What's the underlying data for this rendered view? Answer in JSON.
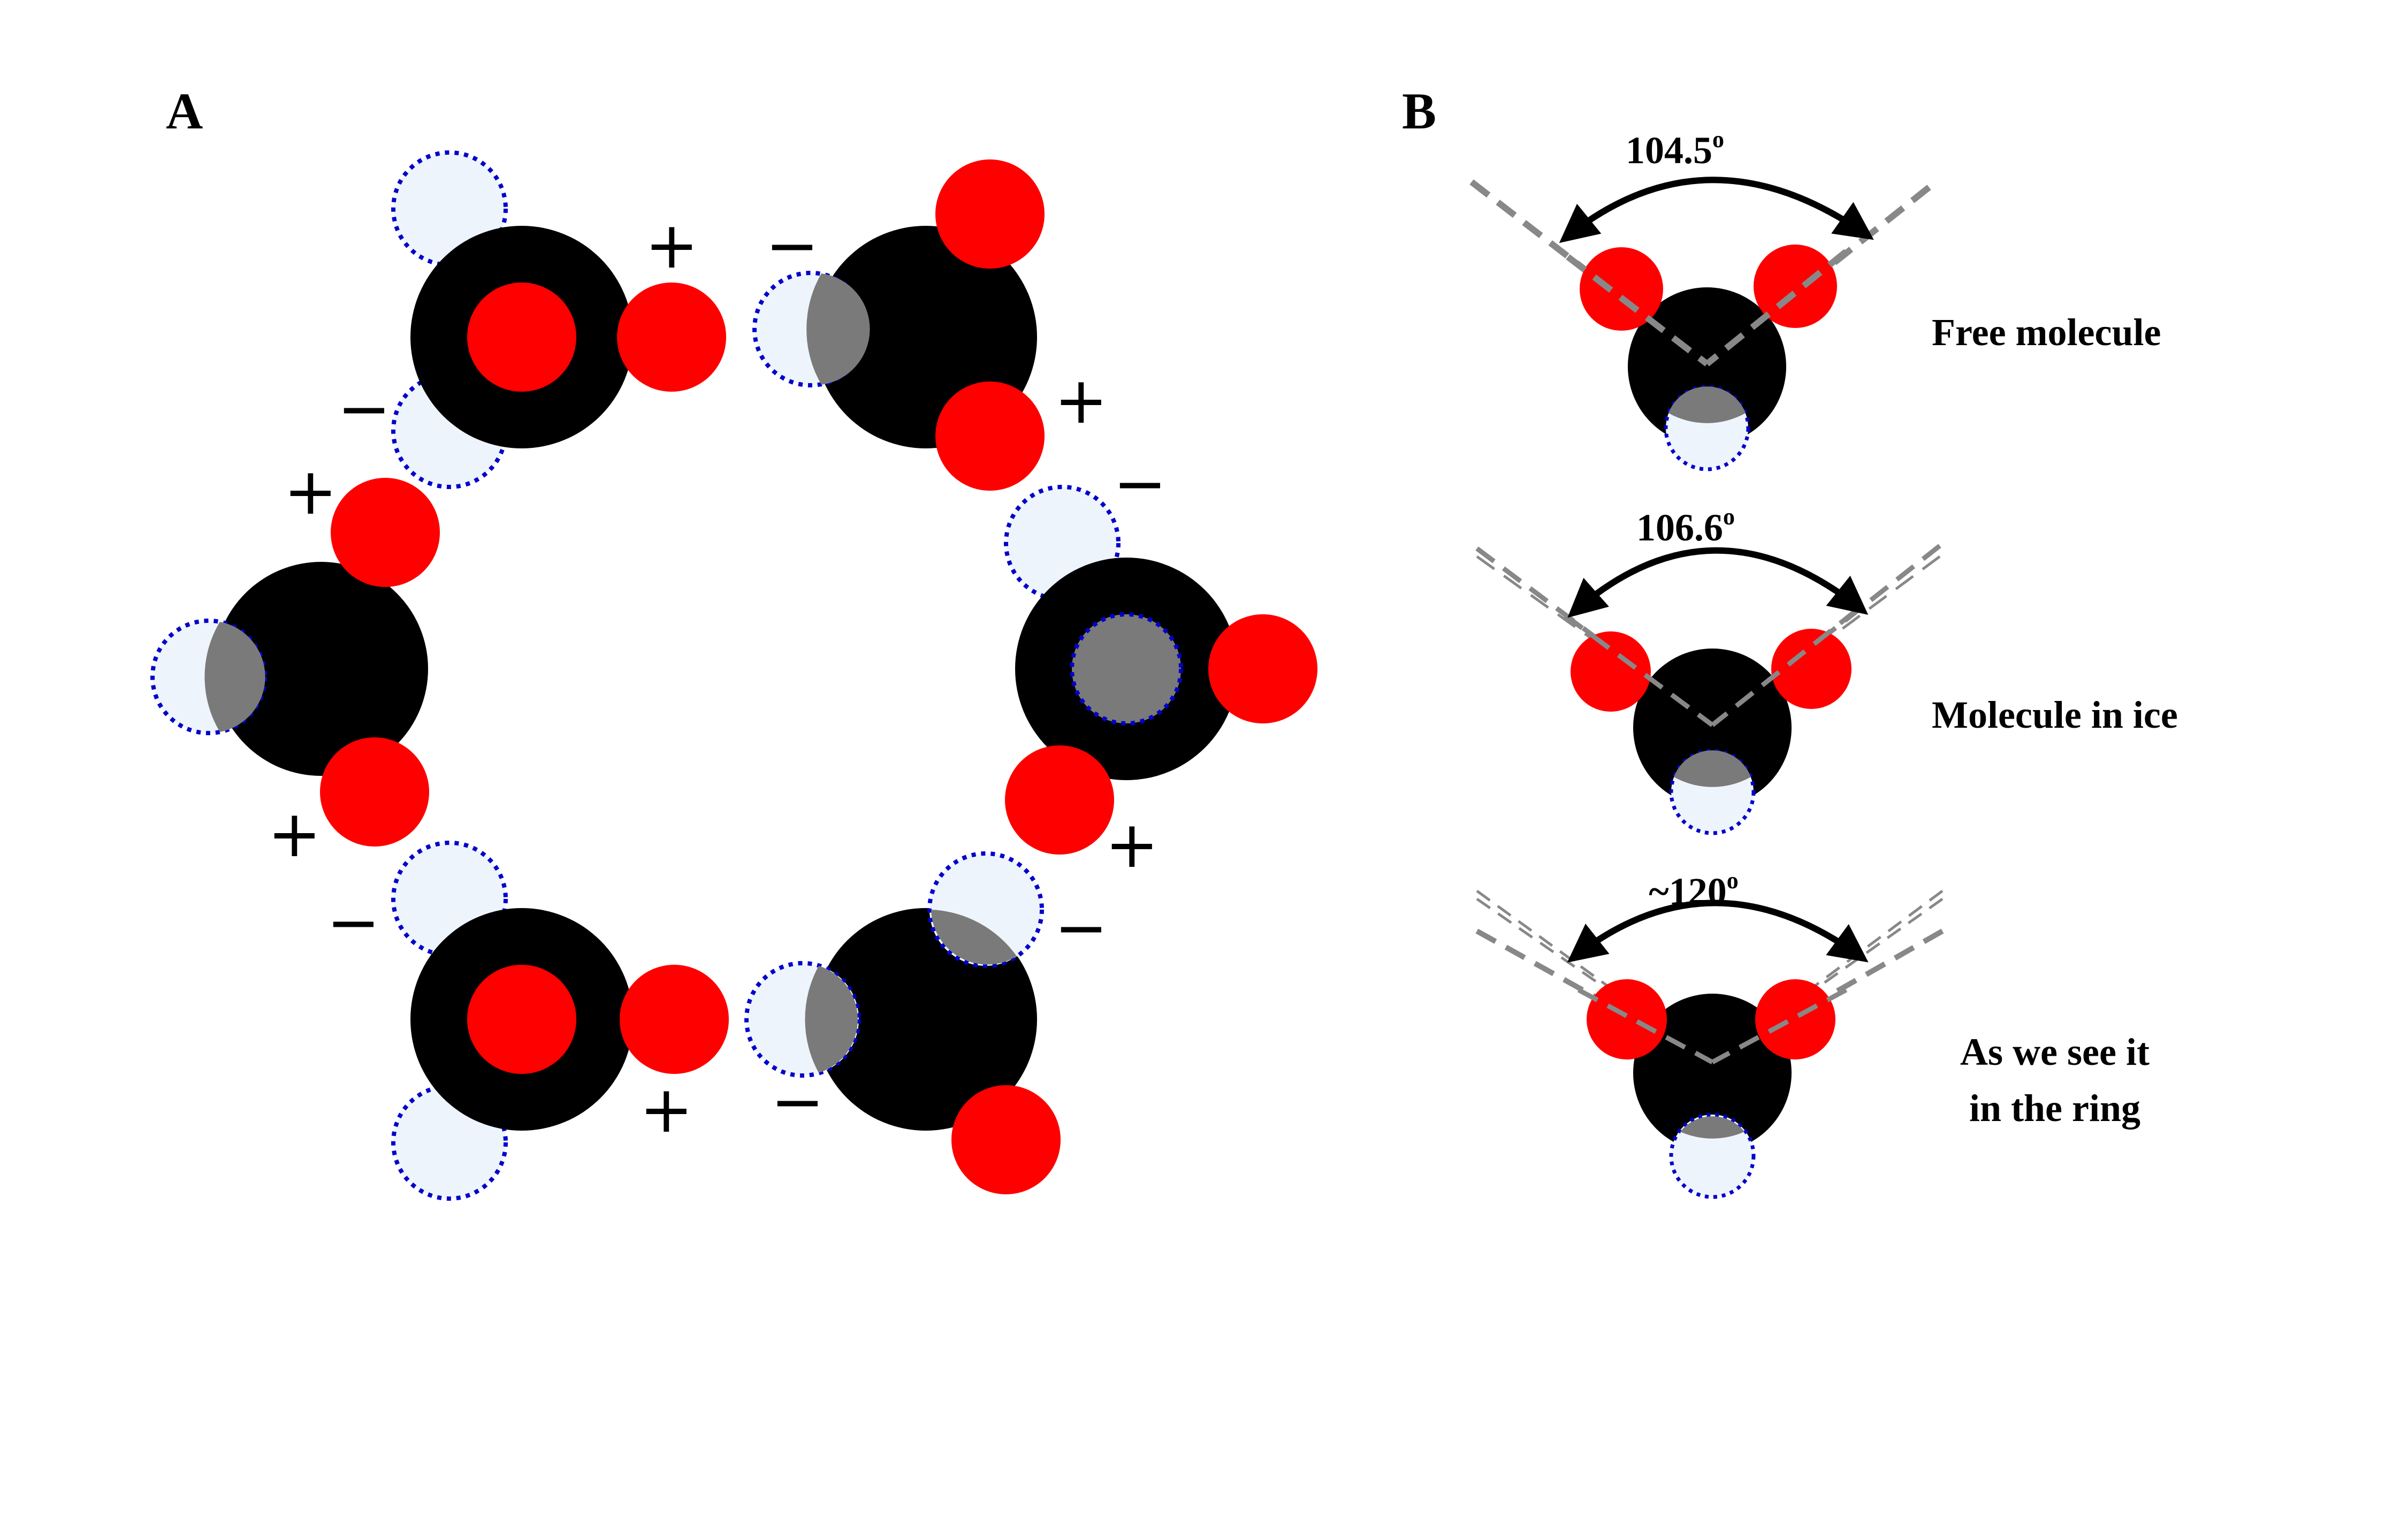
{
  "panels": {
    "a_label": "A",
    "b_label": "B"
  },
  "panel_b": {
    "rows": [
      {
        "angle_text": "104.5",
        "angle_sup": "o",
        "caption_lines": [
          "Free molecule"
        ]
      },
      {
        "angle_text": "106.6",
        "angle_sup": "o",
        "caption_lines": [
          "Molecule in ice"
        ]
      },
      {
        "angle_text": "~120",
        "angle_sup": "o",
        "caption_lines": [
          "As we see it",
          "in the ring"
        ]
      }
    ]
  },
  "charges": {
    "plus": "+",
    "minus": "−"
  },
  "colors": {
    "oxygen_core": "#000000",
    "hydrogen": "#ff0000",
    "lone_pair_fill": "#eef4fb",
    "lone_pair_stroke": "#0000cc",
    "overlap_fill": "#7a7a7a",
    "guide_line": "#888888",
    "arrow": "#000000"
  }
}
